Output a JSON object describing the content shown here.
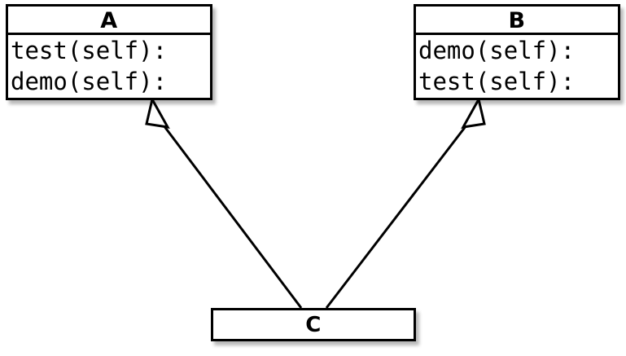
{
  "diagram": {
    "type": "uml-class-diagram",
    "title": "",
    "background_color": "#ffffff",
    "line_color": "#000000",
    "fill_color": "#ffffff",
    "classes": [
      {
        "id": "A",
        "name": "A",
        "members": [
          "test(self):",
          "demo(self):"
        ]
      },
      {
        "id": "B",
        "name": "B",
        "members": [
          "demo(self):",
          "test(self):"
        ]
      },
      {
        "id": "C",
        "name": "C",
        "members": []
      }
    ],
    "relationships": [
      {
        "id": "c-to-a",
        "kind": "generalization",
        "from": "C",
        "to": "A",
        "arrowhead": "hollow-triangle"
      },
      {
        "id": "c-to-b",
        "kind": "generalization",
        "from": "C",
        "to": "B",
        "arrowhead": "hollow-triangle"
      }
    ]
  }
}
